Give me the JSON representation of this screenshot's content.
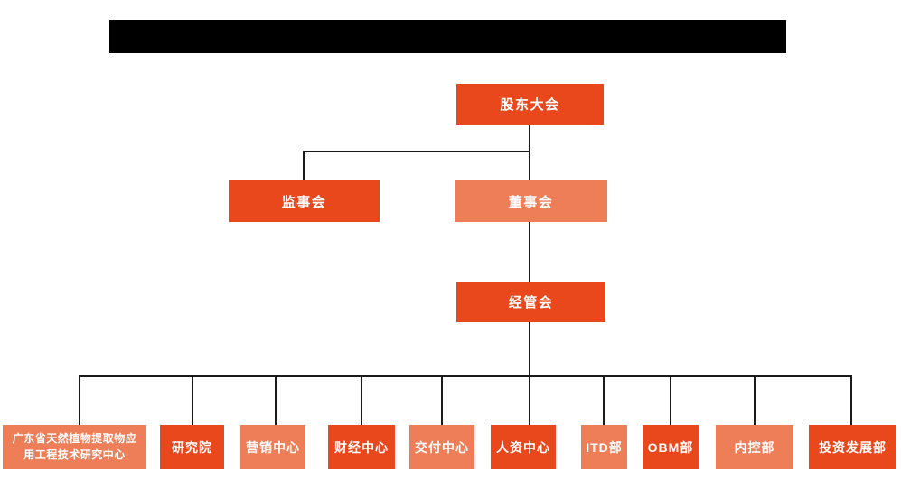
{
  "title_bar": {
    "text": ""
  },
  "colors": {
    "primary": "#E8481C",
    "secondary": "#EE7E58",
    "text": "#FFFFFF",
    "connector": "#1A1A1A",
    "background": "#FFFFFF",
    "title_bar": "#000000"
  },
  "org_chart": {
    "root": {
      "label": "股东大会",
      "variant": "primary"
    },
    "level2": [
      {
        "label": "监事会",
        "variant": "primary"
      },
      {
        "label": "董事会",
        "variant": "secondary"
      }
    ],
    "level3": [
      {
        "label": "经管会",
        "variant": "primary"
      }
    ],
    "departments": [
      {
        "label": "广东省天然植物提取物应\n用工程技术研究中心",
        "variant": "secondary"
      },
      {
        "label": "研究院",
        "variant": "primary"
      },
      {
        "label": "营销中心",
        "variant": "secondary"
      },
      {
        "label": "财经中心",
        "variant": "primary"
      },
      {
        "label": "交付中心",
        "variant": "secondary"
      },
      {
        "label": "人资中心",
        "variant": "primary"
      },
      {
        "label": "ITD部",
        "variant": "secondary"
      },
      {
        "label": "OBM部",
        "variant": "primary"
      },
      {
        "label": "内控部",
        "variant": "secondary"
      },
      {
        "label": "投资发展部",
        "variant": "primary"
      }
    ]
  }
}
